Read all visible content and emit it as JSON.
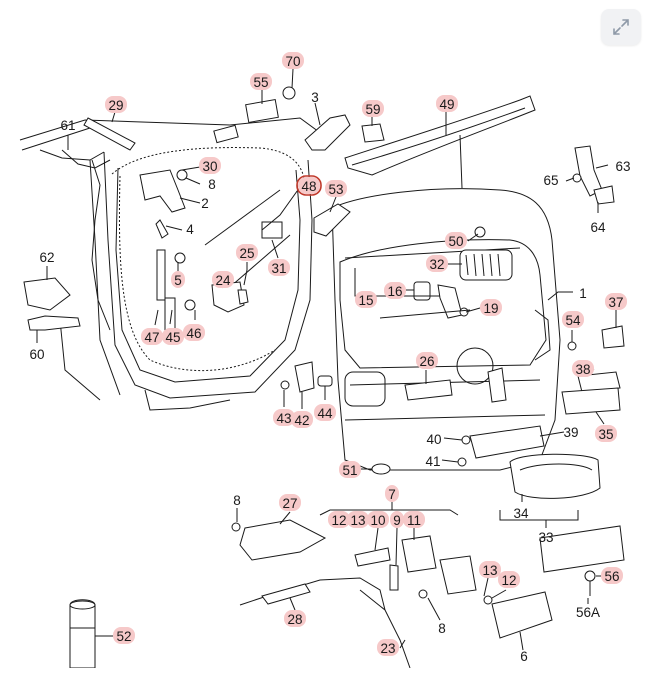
{
  "toolbar": {
    "expand_icon": "expand-arrows-icon"
  },
  "callouts": [
    {
      "id": "70",
      "hl": true
    },
    {
      "id": "55",
      "hl": true
    },
    {
      "id": "3",
      "hl": false
    },
    {
      "id": "59",
      "hl": true
    },
    {
      "id": "49",
      "hl": true
    },
    {
      "id": "29",
      "hl": true
    },
    {
      "id": "61",
      "hl": false
    },
    {
      "id": "30",
      "hl": true
    },
    {
      "id": "8",
      "hl": false
    },
    {
      "id": "48",
      "hl": true,
      "circled": true
    },
    {
      "id": "53",
      "hl": true
    },
    {
      "id": "63",
      "hl": false
    },
    {
      "id": "65",
      "hl": false
    },
    {
      "id": "64",
      "hl": false
    },
    {
      "id": "2",
      "hl": false
    },
    {
      "id": "4",
      "hl": false
    },
    {
      "id": "50",
      "hl": true
    },
    {
      "id": "62",
      "hl": false
    },
    {
      "id": "25",
      "hl": true
    },
    {
      "id": "32",
      "hl": true
    },
    {
      "id": "5",
      "hl": true
    },
    {
      "id": "31",
      "hl": true
    },
    {
      "id": "24",
      "hl": true
    },
    {
      "id": "16",
      "hl": true
    },
    {
      "id": "1",
      "hl": false
    },
    {
      "id": "15",
      "hl": true
    },
    {
      "id": "19",
      "hl": true
    },
    {
      "id": "37",
      "hl": true
    },
    {
      "id": "54",
      "hl": true
    },
    {
      "id": "47",
      "hl": true
    },
    {
      "id": "45",
      "hl": true
    },
    {
      "id": "46",
      "hl": true
    },
    {
      "id": "60",
      "hl": false
    },
    {
      "id": "26",
      "hl": true
    },
    {
      "id": "38",
      "hl": true
    },
    {
      "id": "43",
      "hl": true
    },
    {
      "id": "42",
      "hl": true
    },
    {
      "id": "44",
      "hl": true
    },
    {
      "id": "35",
      "hl": true
    },
    {
      "id": "39",
      "hl": false
    },
    {
      "id": "40",
      "hl": false
    },
    {
      "id": "41",
      "hl": false
    },
    {
      "id": "51",
      "hl": true
    },
    {
      "id": "34",
      "hl": false
    },
    {
      "id": "33",
      "hl": false
    },
    {
      "id": "8",
      "hl": false
    },
    {
      "id": "27",
      "hl": true
    },
    {
      "id": "7",
      "hl": true
    },
    {
      "id": "12",
      "hl": true
    },
    {
      "id": "13",
      "hl": true
    },
    {
      "id": "10",
      "hl": true
    },
    {
      "id": "9",
      "hl": true
    },
    {
      "id": "11",
      "hl": true
    },
    {
      "id": "13",
      "hl": true
    },
    {
      "id": "12",
      "hl": true
    },
    {
      "id": "56",
      "hl": true
    },
    {
      "id": "56A",
      "hl": false
    },
    {
      "id": "52",
      "hl": true
    },
    {
      "id": "28",
      "hl": true
    },
    {
      "id": "23",
      "hl": true
    },
    {
      "id": "8",
      "hl": false
    },
    {
      "id": "6",
      "hl": false
    }
  ]
}
